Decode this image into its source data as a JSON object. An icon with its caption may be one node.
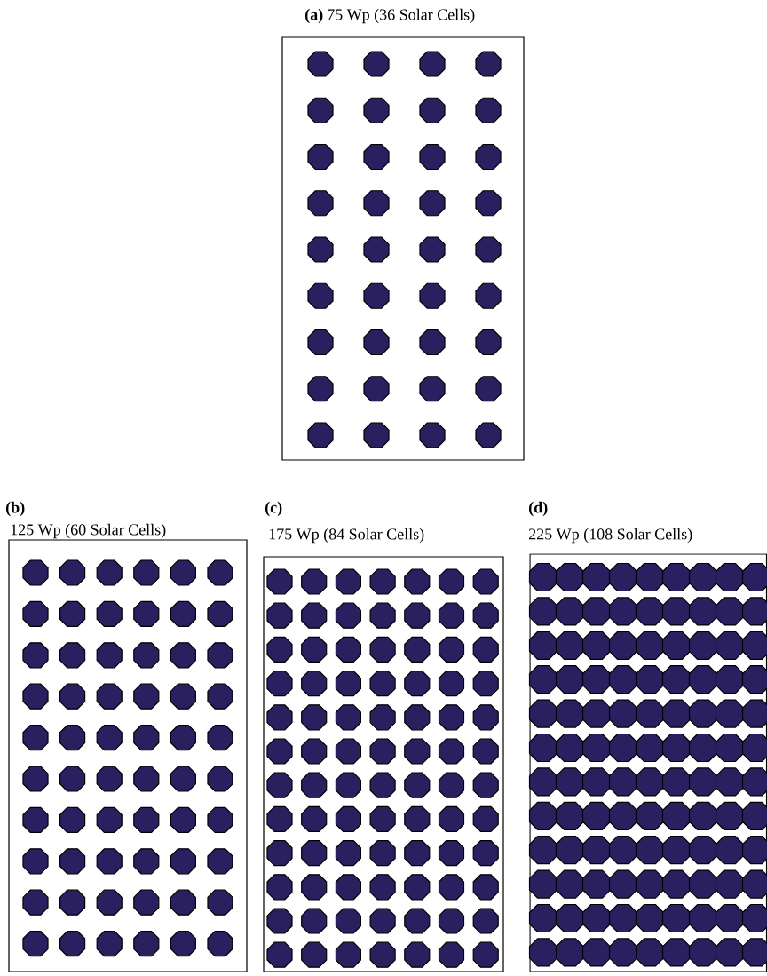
{
  "diagram": {
    "nodes": [
      {
        "text": [
          "(a)",
          "75 Wp (36 Solar Cells)"
        ]
      },
      {
        "text": [
          "(b)",
          "125 Wp (60 Solar Cells)"
        ]
      },
      {
        "text": [
          "(c)",
          "175 Wp (84 Solar Cells)"
        ]
      },
      {
        "text": [
          "(d)",
          "225 Wp (108 Solar Cells)"
        ]
      }
    ]
  }
}
